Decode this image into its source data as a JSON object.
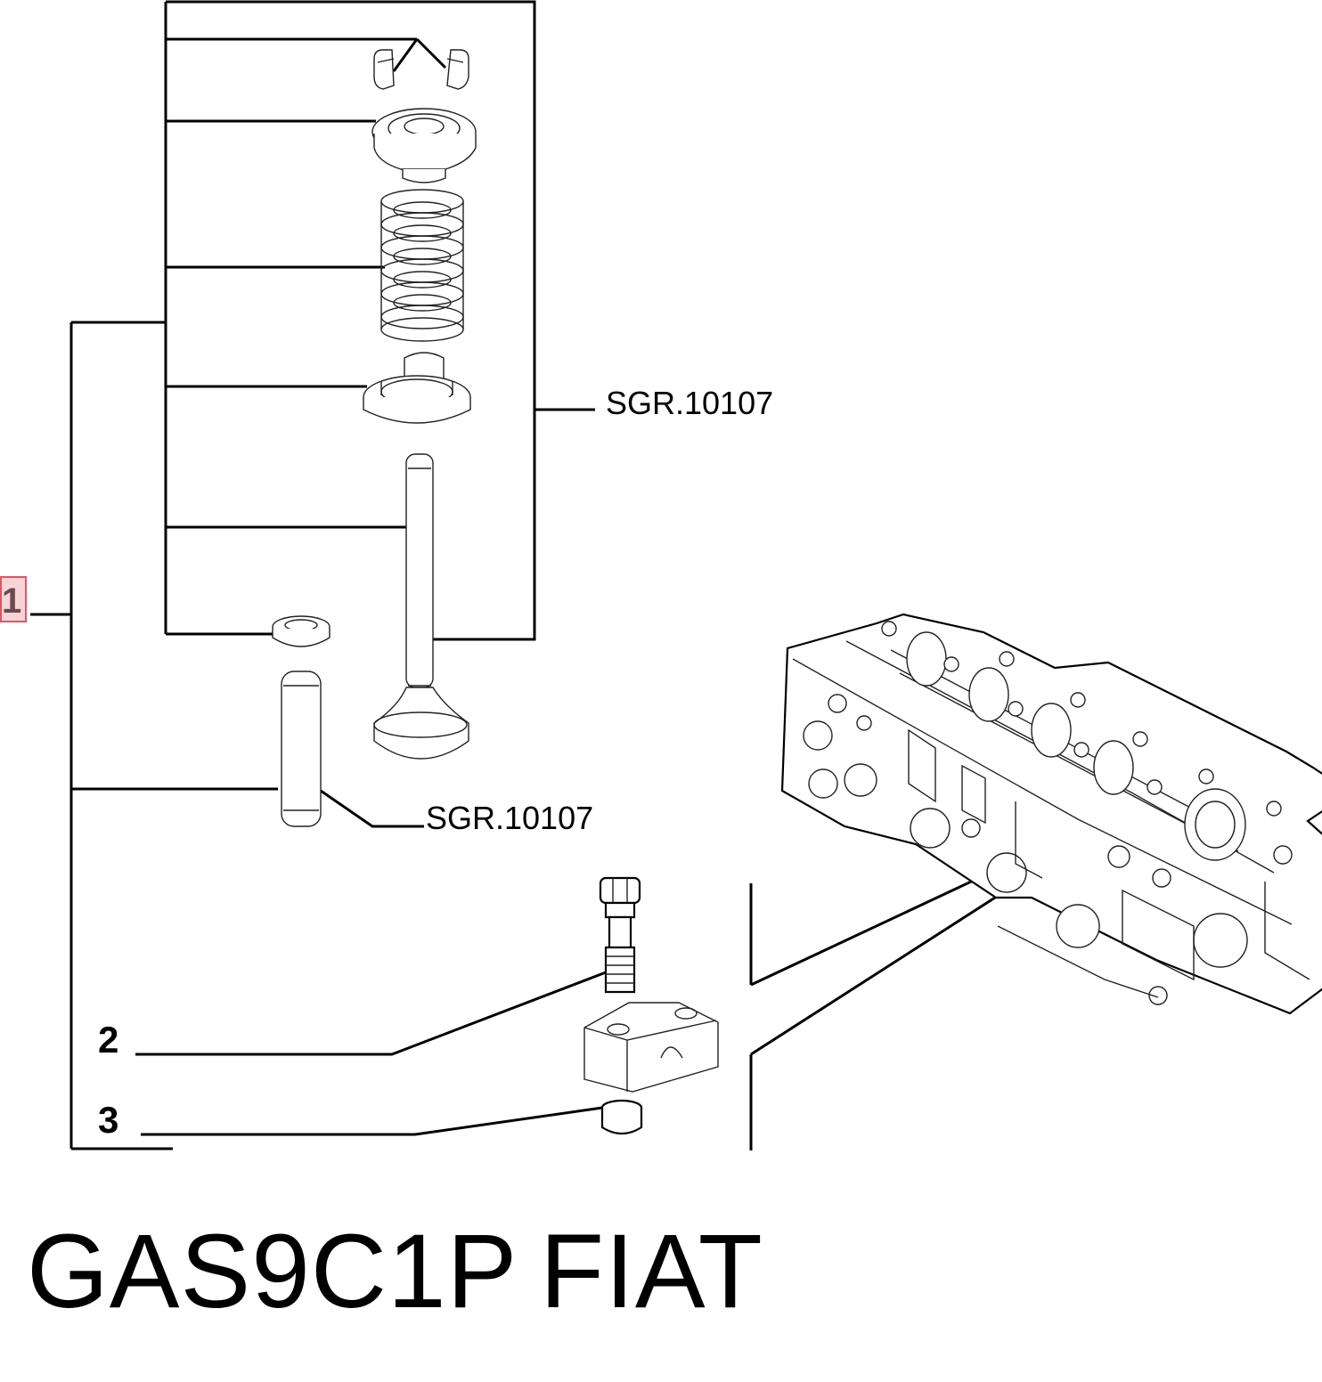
{
  "callouts": {
    "item_1": "1",
    "item_2": "2",
    "item_3": "3"
  },
  "references": {
    "valve_group": "SGR.10107",
    "valve_guide": "SGR.10107"
  },
  "footer": {
    "part_code": "GAS9C1P",
    "brand": "FIAT"
  },
  "colors": {
    "line": "#000000",
    "callout_highlight_fill": "#f9d3d6",
    "callout_highlight_border": "#e0555f"
  }
}
